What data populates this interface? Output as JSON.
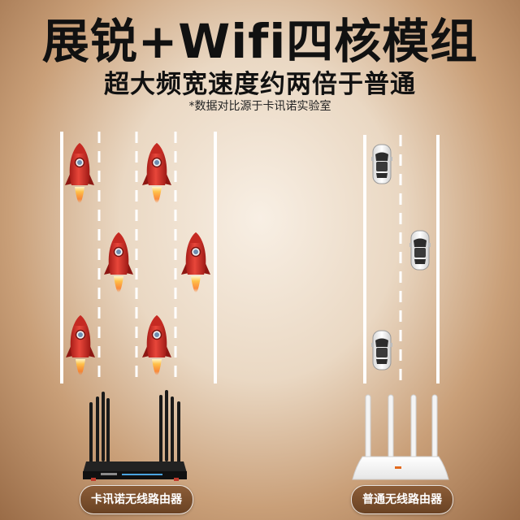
{
  "header": {
    "title": "展锐+Wifi四核模组",
    "subtitle": "超大频宽速度约两倍于普通",
    "note": "*数据对比源于卡讯诺实验室"
  },
  "products": {
    "left_label": "卡讯诺无线路由器",
    "right_label": "普通无线路由器"
  },
  "colors": {
    "rocket_red": "#d8322a",
    "flame": "#ff9a2a",
    "lane_white": "#ffffff",
    "label_brown": "#7a4e2c"
  },
  "icons": {
    "left_lane_objects": "rocket-icon",
    "right_lane_objects": "car-icon",
    "left_device": "router-black-icon",
    "right_device": "router-white-icon"
  }
}
